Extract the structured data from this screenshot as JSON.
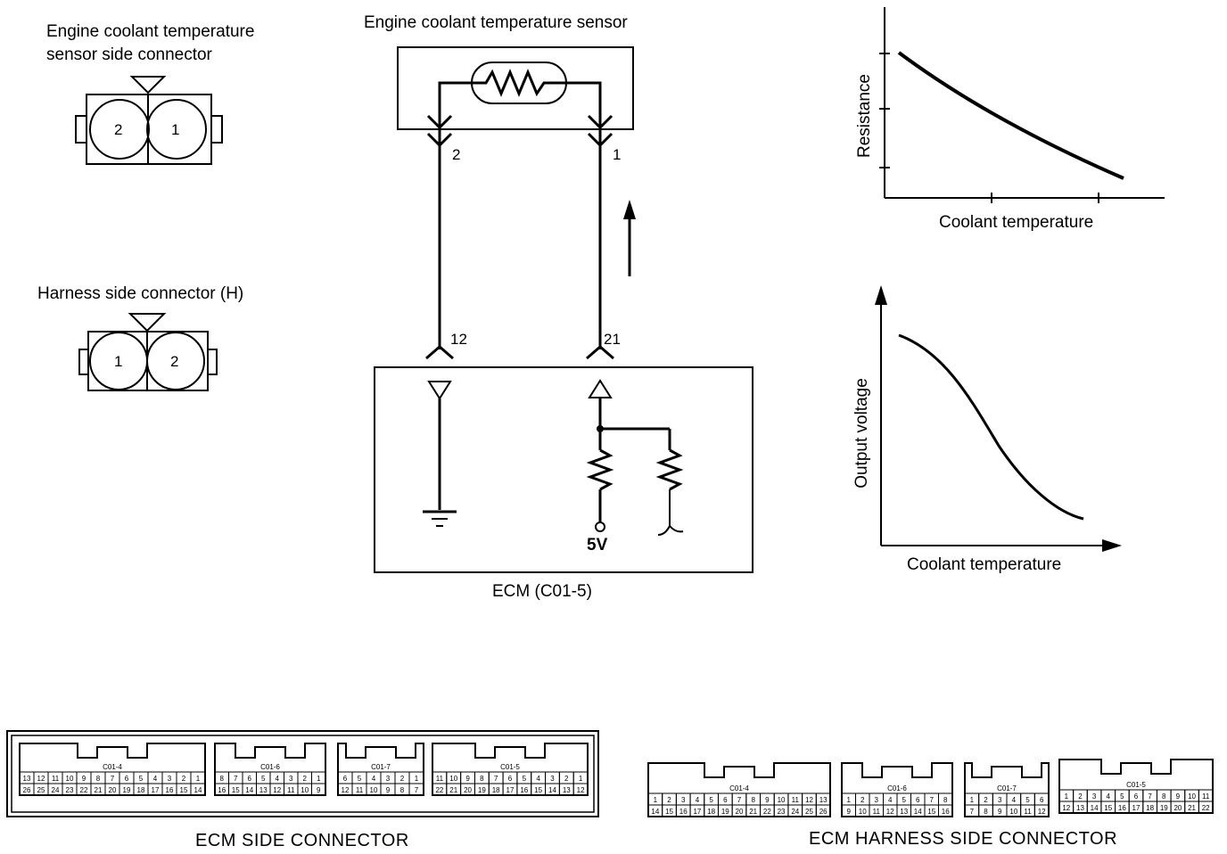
{
  "sensor_connector": {
    "title_line1": "Engine coolant temperature",
    "title_line2": "sensor side connector",
    "left_pin": "2",
    "right_pin": "1"
  },
  "harness_connector": {
    "title": "Harness side connector (H)",
    "left_pin": "1",
    "right_pin": "2"
  },
  "circuit": {
    "sensor_title": "Engine coolant temperature sensor",
    "sensor_pin_left": "2",
    "sensor_pin_right": "1",
    "ecm_pin_left": "12",
    "ecm_pin_right": "21",
    "supply_voltage": "5V",
    "ecm_label": "ECM (C01-5)"
  },
  "graph_resistance": {
    "ylabel": "Resistance",
    "xlabel": "Coolant temperature"
  },
  "graph_voltage": {
    "ylabel": "Output voltage",
    "xlabel": "Coolant temperature"
  },
  "ecm_side": {
    "caption": "ECM SIDE CONNECTOR",
    "blocks": [
      {
        "name": "C01-4",
        "top": [
          "13",
          "12",
          "11",
          "10",
          "9",
          "8",
          "7",
          "6",
          "5",
          "4",
          "3",
          "2",
          "1"
        ],
        "bottom": [
          "26",
          "25",
          "24",
          "23",
          "22",
          "21",
          "20",
          "19",
          "18",
          "17",
          "16",
          "15",
          "14"
        ]
      },
      {
        "name": "C01-6",
        "top": [
          "8",
          "7",
          "6",
          "5",
          "4",
          "3",
          "2",
          "1"
        ],
        "bottom": [
          "16",
          "15",
          "14",
          "13",
          "12",
          "11",
          "10",
          "9"
        ]
      },
      {
        "name": "C01-7",
        "top": [
          "6",
          "5",
          "4",
          "3",
          "2",
          "1"
        ],
        "bottom": [
          "12",
          "11",
          "10",
          "9",
          "8",
          "7"
        ]
      },
      {
        "name": "C01-5",
        "top": [
          "11",
          "10",
          "9",
          "8",
          "7",
          "6",
          "5",
          "4",
          "3",
          "2",
          "1"
        ],
        "bottom": [
          "22",
          "21",
          "20",
          "19",
          "18",
          "17",
          "16",
          "15",
          "14",
          "13",
          "12"
        ]
      }
    ]
  },
  "ecm_harness": {
    "caption": "ECM HARNESS SIDE CONNECTOR",
    "blocks": [
      {
        "name": "C01-4",
        "top": [
          "1",
          "2",
          "3",
          "4",
          "5",
          "6",
          "7",
          "8",
          "9",
          "10",
          "11",
          "12",
          "13"
        ],
        "bottom": [
          "14",
          "15",
          "16",
          "17",
          "18",
          "19",
          "20",
          "21",
          "22",
          "23",
          "24",
          "25",
          "26"
        ]
      },
      {
        "name": "C01-6",
        "top": [
          "1",
          "2",
          "3",
          "4",
          "5",
          "6",
          "7",
          "8"
        ],
        "bottom": [
          "9",
          "10",
          "11",
          "12",
          "13",
          "14",
          "15",
          "16"
        ]
      },
      {
        "name": "C01-7",
        "top": [
          "1",
          "2",
          "3",
          "4",
          "5",
          "6"
        ],
        "bottom": [
          "7",
          "8",
          "9",
          "10",
          "11",
          "12"
        ]
      },
      {
        "name": "C01-5",
        "top": [
          "1",
          "2",
          "3",
          "4",
          "5",
          "6",
          "7",
          "8",
          "9",
          "10",
          "11"
        ],
        "bottom": [
          "12",
          "13",
          "14",
          "15",
          "16",
          "17",
          "18",
          "19",
          "20",
          "21",
          "22"
        ]
      }
    ]
  }
}
